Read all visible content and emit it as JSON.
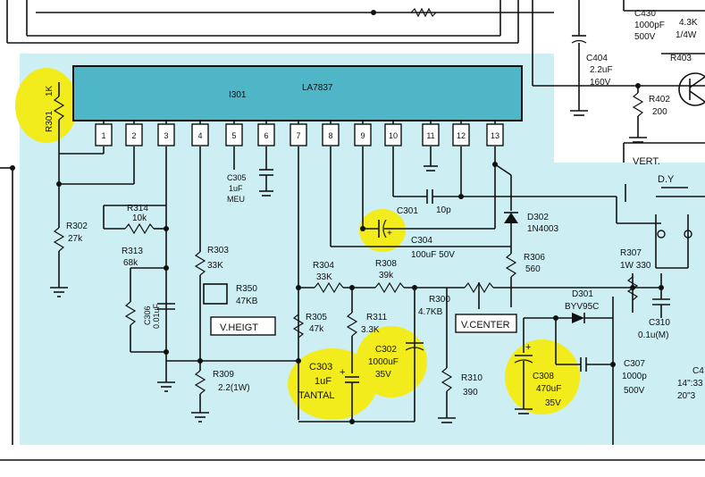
{
  "ic": {
    "ref": "I301",
    "part": "LA7837"
  },
  "pins": [
    "1",
    "2",
    "3",
    "4",
    "5",
    "6",
    "7",
    "8",
    "9",
    "10",
    "11",
    "12",
    "13"
  ],
  "components": {
    "r301": {
      "ref": "R301",
      "value": "1K"
    },
    "r302": {
      "ref": "R302",
      "value": "27k"
    },
    "r314": {
      "ref": "R314",
      "value": "10k"
    },
    "r313": {
      "ref": "R313",
      "value": "68k"
    },
    "c306": {
      "ref": "C306",
      "value": "0.01uF"
    },
    "r303": {
      "ref": "R303",
      "value": "33K"
    },
    "r350": {
      "ref": "R350",
      "value": "47KB"
    },
    "r309": {
      "ref": "R309",
      "value": "2.2(1W)"
    },
    "c305": {
      "ref": "C305",
      "value1": "1uF",
      "value2": "MEU"
    },
    "r304": {
      "ref": "R304",
      "value": "33K"
    },
    "r308": {
      "ref": "R308",
      "value": "39k"
    },
    "r305": {
      "ref": "R305",
      "value": "47k"
    },
    "r311": {
      "ref": "R311",
      "value": "3.3K"
    },
    "c303": {
      "ref": "C303",
      "value": "1uF",
      "note": "TANTAL"
    },
    "c302": {
      "ref": "C302",
      "value1": "1000uF",
      "value2": "35V"
    },
    "c301": {
      "ref": "C301"
    },
    "c304": {
      "ref": "C304",
      "value": "100uF 50V"
    },
    "cap10p": {
      "value": "10p"
    },
    "d302": {
      "ref": "D302",
      "value": "1N4003"
    },
    "r306": {
      "ref": "R306",
      "value": "560"
    },
    "r300": {
      "ref": "R300",
      "value": "4.7KB"
    },
    "r310": {
      "ref": "R310",
      "value": "390"
    },
    "c308": {
      "ref": "C308",
      "value1": "470uF",
      "value2": "35V"
    },
    "d301": {
      "ref": "D301",
      "value": "BYV95C"
    },
    "c307": {
      "ref": "C307",
      "value1": "1000p",
      "value2": "500V"
    },
    "r307": {
      "ref": "R307",
      "value": "1W 330"
    },
    "c310": {
      "ref": "C310",
      "value": "0.1u(M)"
    },
    "c430": {
      "ref": "C430",
      "value1": "1000pF",
      "value2": "500V"
    },
    "r430v": {
      "value1": "4.3K",
      "value2": "1/4W"
    },
    "c404": {
      "ref": "C404",
      "value1": "2.2uF",
      "value2": "160V"
    },
    "r402": {
      "ref": "R402",
      "value": "200"
    },
    "r403": {
      "ref": "R403"
    }
  },
  "labels": {
    "vheight": "V.HEIGT",
    "vcenter": "V.CENTER",
    "vert": "VERT.",
    "dy": "D.Y",
    "edge1": "14\":33",
    "edge2": "20\"3",
    "edge_c": "C4"
  },
  "colors": {
    "board": "#cdeef3",
    "ic": "#4fb6c7",
    "highlight": "#f3ec1c"
  }
}
